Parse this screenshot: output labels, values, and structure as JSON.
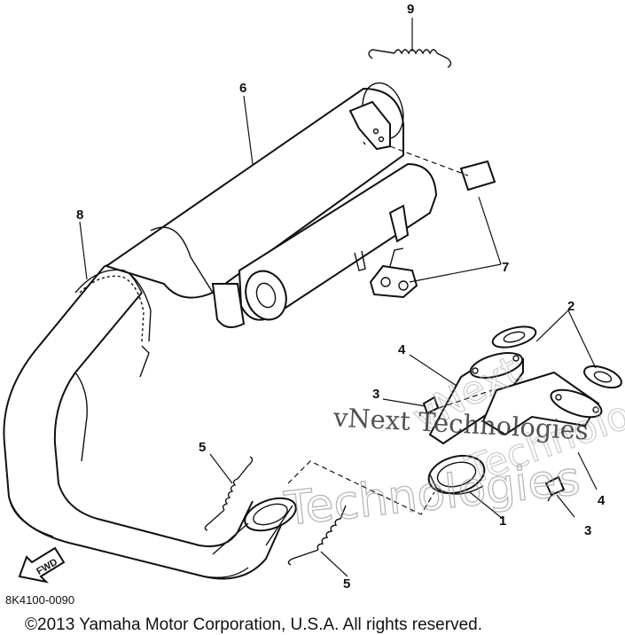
{
  "callouts": {
    "c1": "1",
    "c2": "2",
    "c3a": "3",
    "c3b": "3",
    "c4a": "4",
    "c4b": "4",
    "c5a": "5",
    "c5b": "5",
    "c6": "6",
    "c7": "7",
    "c8": "8",
    "c9": "9"
  },
  "fwd_label": "FWD",
  "drawing_code": "8K4100-0090",
  "copyright": "©2013 Yamaha Motor Corporation, U.S.A. All rights reserved.",
  "watermark": {
    "serif_text": "vNext Technologies",
    "outline_line1": "Technologies",
    "outline_line2": "vNext",
    "outline_line3": "Technologies"
  }
}
